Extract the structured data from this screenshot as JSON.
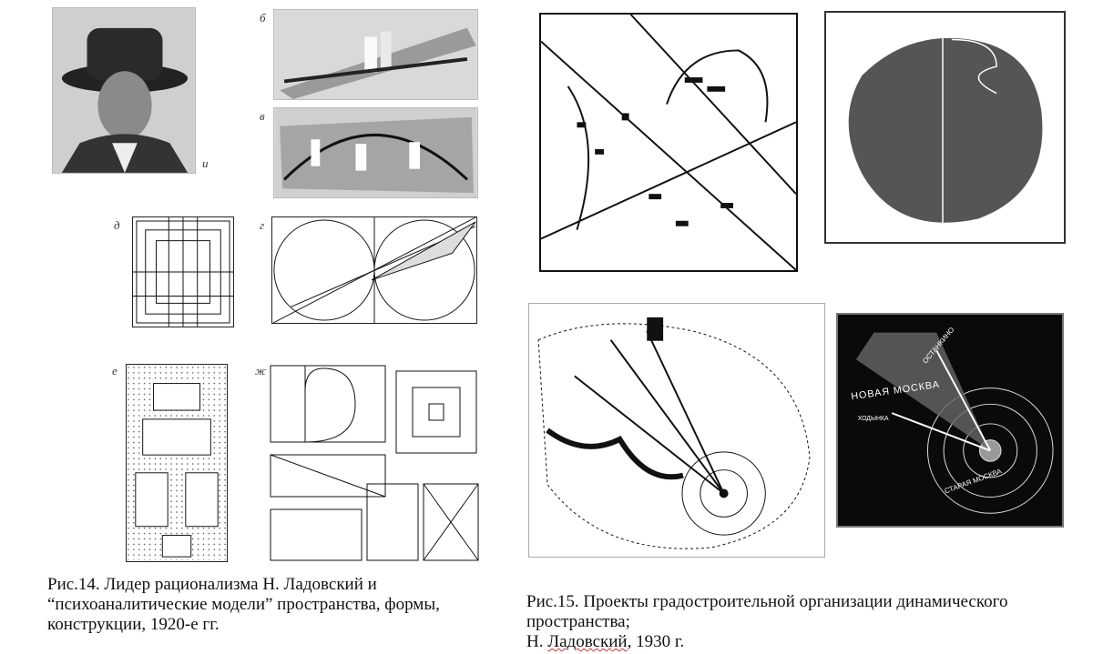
{
  "figure14": {
    "labels": {
      "a": "и",
      "b": "б",
      "v": "в",
      "g": "г",
      "d": "д",
      "e": "е",
      "zh": "ж"
    },
    "caption": {
      "line1": "Рис.14.  Лидер  рационализма  Н.  Ладовский  и",
      "line2": "“психоаналитические  модели”  пространства,  формы,",
      "line3": "конструкции, 1920-е гг."
    }
  },
  "figure15": {
    "map_labels": {
      "new_moscow": "НОВАЯ МОСКВА",
      "old_moscow": "СТАРАЯ МОСКВА",
      "ostankino": "ОСТАНКИНО",
      "khodynka": "ХОДЫНКА"
    },
    "caption": {
      "line1": "Рис.15.  Проекты  градостроительной  организации  динамического",
      "line2": "пространства;",
      "line3_prefix": "Н. ",
      "line3_name": "Ладовский",
      "line3_suffix": ", 1930 г."
    }
  }
}
